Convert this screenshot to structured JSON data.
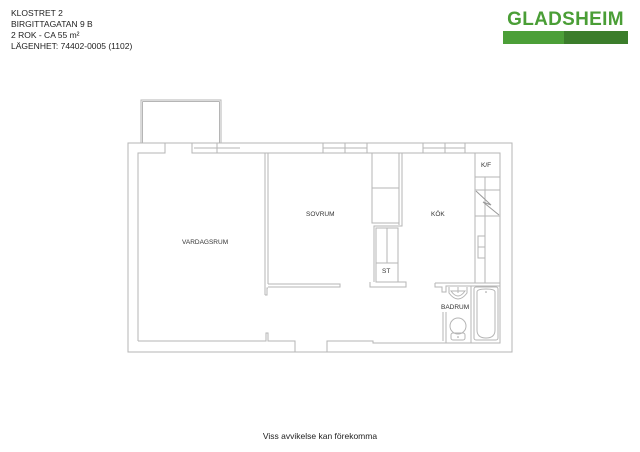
{
  "header": {
    "lines": [
      "KLOSTRET 2",
      "BIRGITTAGATAN 9 B",
      "2 ROK - CA 55 m²",
      "LÄGENHET:  74402-0005 (1102)"
    ]
  },
  "logo": {
    "text": "GLADSHEIM",
    "colors": {
      "text": "#4a9e36",
      "bar_left": "#4c9f38",
      "bar_right": "#3b7d2b"
    }
  },
  "floorplan": {
    "rooms": [
      {
        "id": "vardagsrum",
        "label": "VARDAGSRUM"
      },
      {
        "id": "sovrum",
        "label": "SOVRUM"
      },
      {
        "id": "kok",
        "label": "KÖK"
      },
      {
        "id": "kf",
        "label": "K/F"
      },
      {
        "id": "st",
        "label": "ST"
      },
      {
        "id": "badrum",
        "label": "BADRUM"
      }
    ],
    "wall_color": "#b5b5b5"
  },
  "footer": {
    "note": "Viss avvikelse kan förekomma"
  }
}
